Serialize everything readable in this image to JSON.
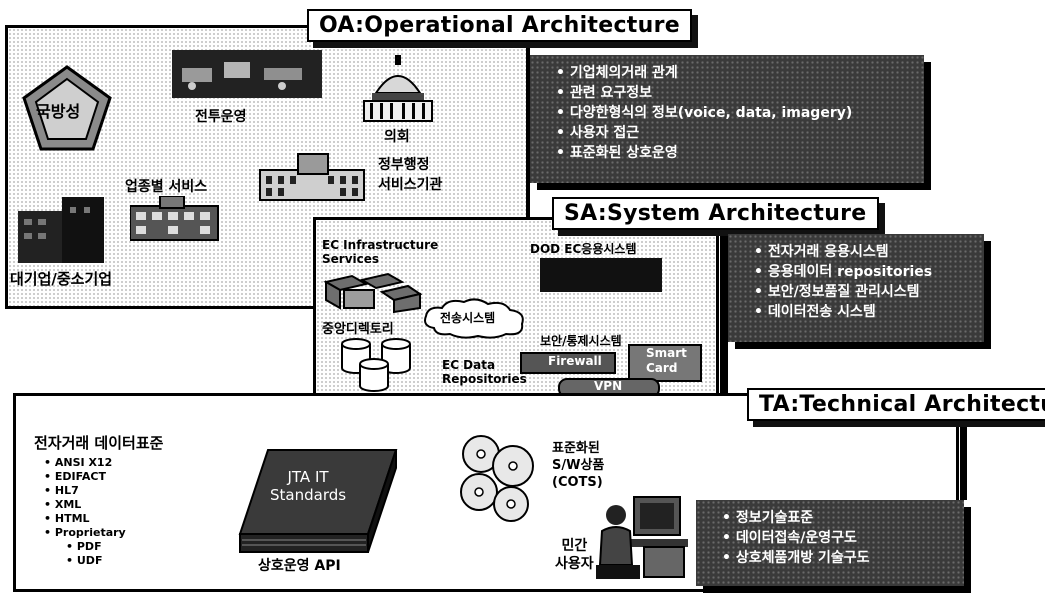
{
  "oa": {
    "title": "OA:Operational Architecture",
    "bullets": [
      "기업체의거래 관계",
      "관련 요구정보",
      "다양한형식의 정보(voice, data, imagery)",
      "사용자 접근",
      "표준화된 상호운영"
    ],
    "labels": {
      "pentagon": "국방성",
      "combat": "전투운영",
      "congress": "의회",
      "industry": "업종별 서비스",
      "government": "정부행정\n서비스기관",
      "enterprise": "대기업/중소기업"
    }
  },
  "sa": {
    "title": "SA:System Architecture",
    "bullets": [
      "전자거래 응용시스템",
      "응용데이터 repositories",
      "보안/정보품질 관리시스템",
      "데이터전송 시스템"
    ],
    "labels": {
      "ec_infra": "EC Infrastructure\nServices",
      "dod_apps": "DOD EC응용시스템",
      "transfer": "전송시스템",
      "directory": "중앙디렉토리",
      "ec_data": "EC Data\nRepositories",
      "security": "보안/통제시스템",
      "firewall": "Firewall",
      "smartcard": "Smart\nCard",
      "vpn": "VPN"
    }
  },
  "ta": {
    "title": "TA:Technical Architecture",
    "bullets": [
      "정보기술표준",
      "데이터접속/운영구도",
      "상호체품개방 기술구도"
    ],
    "standards_title": "전자거래 데이터표준",
    "standards": [
      "ANSI X12",
      "EDIFACT",
      "HL7",
      "XML",
      "HTML",
      "Proprietary"
    ],
    "standards_sub": [
      "PDF",
      "UDF"
    ],
    "book": "JTA IT\nStandards",
    "api": "상호운영 API",
    "cots": "표준화된\nS/W상품\n(COTS)",
    "user": "민간\n사용자"
  }
}
